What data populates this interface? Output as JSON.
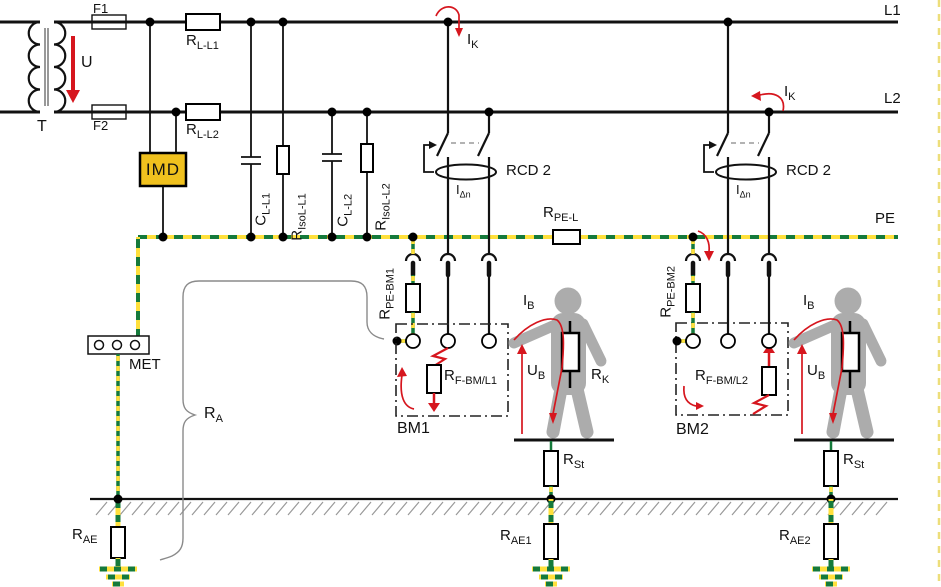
{
  "diagram": {
    "conductors": {
      "l1": "L1",
      "l2": "L2",
      "pe": "PE"
    },
    "source": {
      "transformer": "T",
      "voltage": "U",
      "fuse_top": "F1",
      "fuse_bottom": "F2",
      "monitor": "IMD"
    },
    "impedances": {
      "r_l_l1": {
        "m": "R",
        "s": "L-L1"
      },
      "r_l_l2": {
        "m": "R",
        "s": "L-L2"
      },
      "c_l_l1": {
        "m": "C",
        "s": "L-L1"
      },
      "r_isol_l1": {
        "m": "R",
        "s": "IsoL-L1"
      },
      "c_l_l2": {
        "m": "C",
        "s": "L-L2"
      },
      "r_isol_l2": {
        "m": "R",
        "s": "IsoL-L2"
      },
      "r_pe_l": {
        "m": "R",
        "s": "PE-L"
      },
      "r_pe_bm1": {
        "m": "R",
        "s": "PE-BM1"
      },
      "r_pe_bm2": {
        "m": "R",
        "s": "PE-BM2"
      },
      "r_f_bm_l1": {
        "m": "R",
        "s": "F-BM/L1"
      },
      "r_f_bm_l2": {
        "m": "R",
        "s": "F-BM/L2"
      },
      "r_a": {
        "m": "R",
        "s": "A"
      },
      "r_k": {
        "m": "R",
        "s": "K"
      },
      "r_st": {
        "m": "R",
        "s": "St"
      },
      "r_ae": {
        "m": "R",
        "s": "AE"
      },
      "r_ae1": {
        "m": "R",
        "s": "AE1"
      },
      "r_ae2": {
        "m": "R",
        "s": "AE2"
      }
    },
    "currents": {
      "i_k": {
        "m": "I",
        "s": "K"
      },
      "i_dn": {
        "m": "I",
        "s": "Δn"
      },
      "i_b": {
        "m": "I",
        "s": "B"
      },
      "u_b": {
        "m": "U",
        "s": "B"
      }
    },
    "devices": {
      "rcd_left": "RCD 2",
      "rcd_right": "RCD 2",
      "met": "MET",
      "bm1": "BM1",
      "bm2": "BM2"
    },
    "colors": {
      "pe_yellow": "#FFE03C",
      "pe_green": "#157A3B",
      "imd_fill": "#F0C11E",
      "highlight_red": "#D6161E",
      "person_gray": "#ACACAC"
    }
  }
}
